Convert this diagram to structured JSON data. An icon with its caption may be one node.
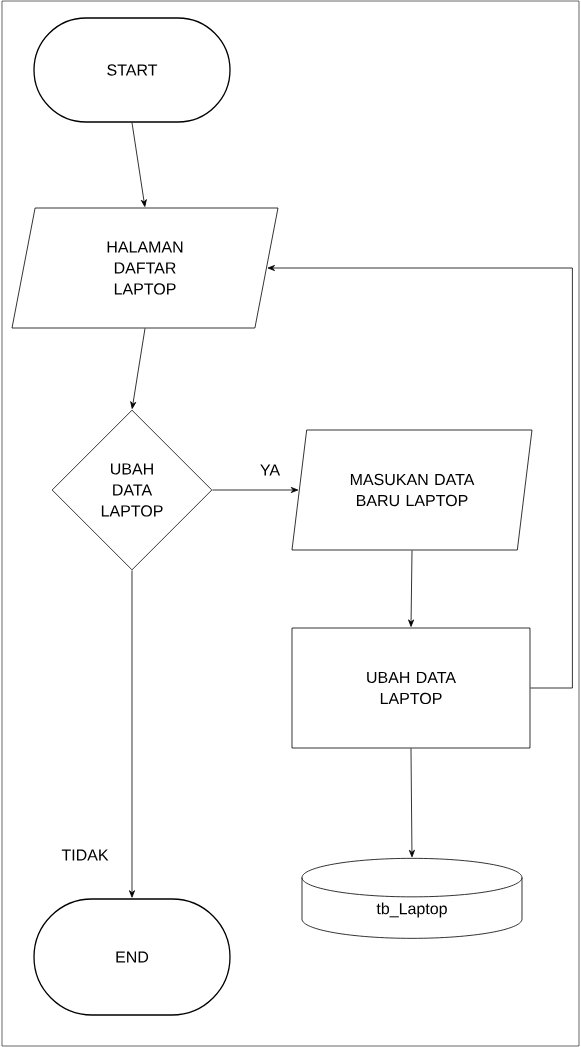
{
  "diagram": {
    "nodes": [
      {
        "text": [
          "START"
        ]
      },
      {
        "text": [
          "HALAMAN DAFTAR LAPTOP"
        ]
      },
      {
        "text": [
          "UBAH DATA LAPTOP"
        ]
      },
      {
        "text": [
          "MASUKAN DATA BARU LAPTOP"
        ]
      },
      {
        "text": [
          "UBAH DATA LAPTOP"
        ]
      },
      {
        "text": [
          "tb_Laptop"
        ]
      },
      {
        "text": [
          "END"
        ]
      }
    ],
    "edges": [
      {
        "from": 0,
        "to": 1,
        "arrow": "to"
      },
      {
        "from": 1,
        "to": 2,
        "arrow": "to"
      },
      {
        "from": 2,
        "to": 3,
        "arrow": "to",
        "label": "YA"
      },
      {
        "from": 3,
        "to": 4,
        "arrow": "to"
      },
      {
        "from": 4,
        "to": 1,
        "arrow": "to"
      },
      {
        "from": 4,
        "to": 5,
        "arrow": "to"
      },
      {
        "from": 2,
        "to": 6,
        "arrow": "to",
        "label": "TIDAK"
      }
    ]
  }
}
